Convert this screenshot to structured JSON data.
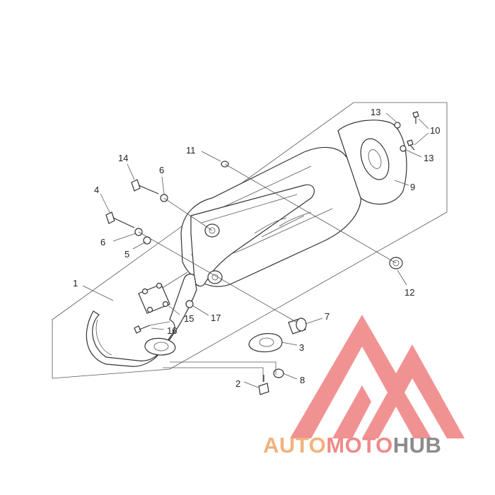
{
  "callouts": {
    "c1": "1",
    "c2": "2",
    "c3": "3",
    "c4": "4",
    "c5": "5",
    "c6a": "6",
    "c6b": "6",
    "c7": "7",
    "c8": "8",
    "c9": "9",
    "c10": "10",
    "c11": "11",
    "c12": "12",
    "c13a": "13",
    "c13b": "13",
    "c14": "14",
    "c15": "15",
    "c16": "16",
    "c17": "17"
  },
  "watermark": {
    "part1": "AUTO",
    "part2": "MOTO",
    "part3": "HUB",
    "colors": {
      "auto": "#f2b27c",
      "moto": "#f08a8a",
      "hub": "#8c8c8c",
      "logo": "#ef8080"
    }
  }
}
